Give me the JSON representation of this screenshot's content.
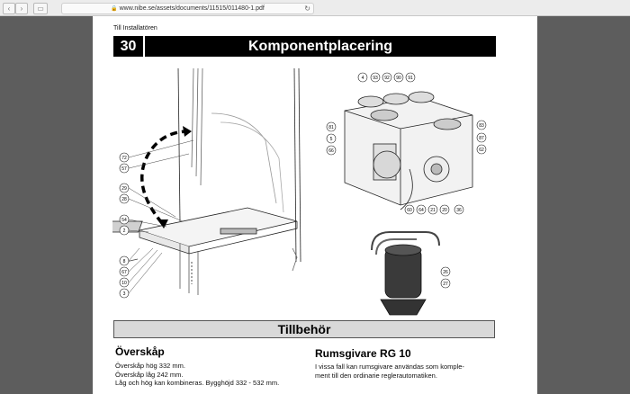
{
  "browser": {
    "back_glyph": "‹",
    "forward_glyph": "›",
    "sidebar_glyph": "▭",
    "url": "www.nibe.se/assets/documents/11515/011480-1.pdf",
    "reload_glyph": "↻"
  },
  "document": {
    "running_header": "Till Installatören",
    "section_number": "30",
    "section_title": "Komponentplacering",
    "callouts_left": [
      "72",
      "57",
      "29",
      "28",
      "54",
      "2",
      "8",
      "67",
      "10",
      "3"
    ],
    "callouts_top": [
      "4",
      "93",
      "92",
      "90",
      "91"
    ],
    "callouts_unit_left": [
      "81",
      "5",
      "66"
    ],
    "callouts_unit_right": [
      "83",
      "87",
      "62"
    ],
    "callouts_bottom": [
      "60",
      "64",
      "21",
      "20",
      "36"
    ],
    "callouts_compressor": [
      "26",
      "27"
    ],
    "accessories_title": "Tillbehör",
    "overskap": {
      "heading": "Överskåp",
      "lines": [
        "Överskåp hög 332 mm.",
        "Överskåp låg 242 mm.",
        "Låg och hög kan kombineras. Bygghöjd 332 - 532 mm."
      ]
    },
    "rumsgivare": {
      "heading": "Rumsgivare RG 10",
      "lines": [
        "I vissa fall kan rumsgivare användas som komple-",
        "ment till den ordinarie reglerautomatiken."
      ]
    }
  }
}
